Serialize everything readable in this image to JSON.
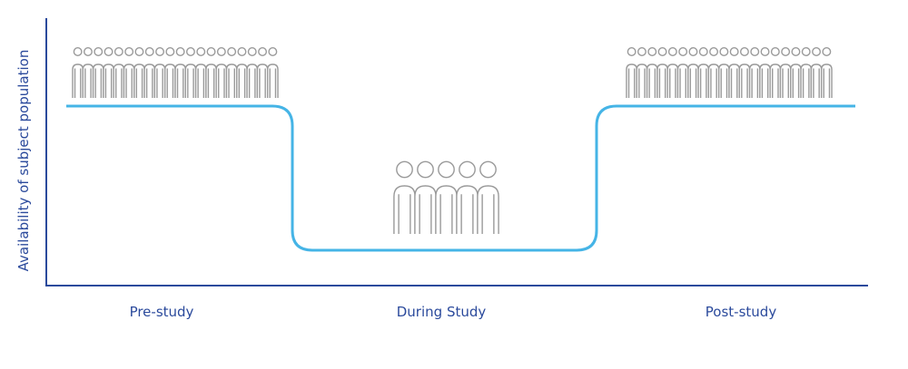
{
  "chart_data": {
    "type": "line",
    "title": "",
    "ylabel": "Availability of subject population",
    "xlabel": "",
    "categories": [
      "Pre-study",
      "During Study",
      "Post-study"
    ],
    "levels": [
      "high",
      "low",
      "high"
    ],
    "people_per_phase": [
      20,
      5,
      20
    ],
    "grid": false,
    "legend": "none"
  },
  "colors": {
    "line": "#45b4e6",
    "axis": "#2b4a9c",
    "people": "#9a9a9a",
    "label": "#2b4a9c"
  }
}
